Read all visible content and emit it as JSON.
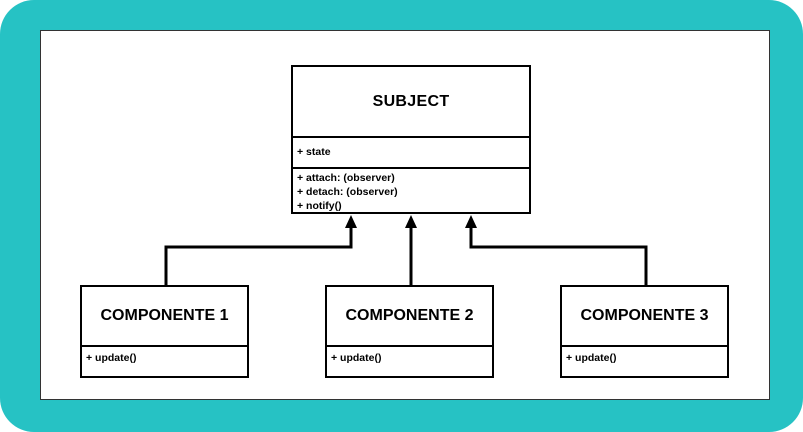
{
  "colors": {
    "frame": "#26c2c4",
    "canvas": "#ffffff",
    "ink": "#000000"
  },
  "diagram": {
    "type": "uml-class-diagram",
    "subject": {
      "name": "SUBJECT",
      "attributes": [
        "+ state"
      ],
      "operations": [
        "+ attach: (observer)",
        "+ detach: (observer)",
        "+ notify()"
      ]
    },
    "components": [
      {
        "name": "COMPONENTE 1",
        "operations": [
          "+ update()"
        ]
      },
      {
        "name": "COMPONENTE 2",
        "operations": [
          "+ update()"
        ]
      },
      {
        "name": "COMPONENTE 3",
        "operations": [
          "+ update()"
        ]
      }
    ],
    "relations": [
      {
        "from": "COMPONENTE 1",
        "to": "SUBJECT",
        "arrow": "filled"
      },
      {
        "from": "COMPONENTE 2",
        "to": "SUBJECT",
        "arrow": "filled"
      },
      {
        "from": "COMPONENTE 3",
        "to": "SUBJECT",
        "arrow": "filled"
      }
    ]
  }
}
